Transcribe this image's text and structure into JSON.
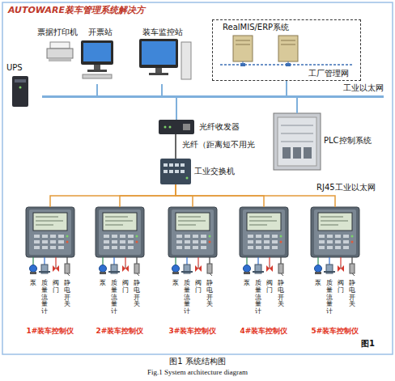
{
  "diagram": {
    "title": "AUTOWARE装车管理系统解决方",
    "caption": "图1 系统结构图",
    "nodes": [
      {
        "text": [
          "RealMIS/ERP系统",
          "工厂管理网"
        ]
      },
      {
        "text": [
          "票据打印机"
        ]
      },
      {
        "text": [
          "开票站"
        ]
      },
      {
        "text": [
          "装车监控站"
        ]
      },
      {
        "text": [
          "UPS"
        ]
      },
      {
        "text": [
          "工业以太网"
        ]
      },
      {
        "text": [
          "光纤收发器"
        ]
      },
      {
        "text": [
          "PLC控制系统"
        ]
      },
      {
        "text": [
          "工业交换机"
        ]
      },
      {
        "text": [
          "1#装车控制仪"
        ]
      },
      {
        "text": [
          "2#装车控制仪"
        ]
      },
      {
        "text": [
          "3#装车控制仪"
        ]
      },
      {
        "text": [
          "4#装车控制仪"
        ]
      },
      {
        "text": [
          "5#装车控制仪"
        ]
      }
    ],
    "edges": [
      {
        "from": 2,
        "to": 5,
        "arrow": "none"
      },
      {
        "from": 3,
        "to": 5,
        "arrow": "none"
      },
      {
        "from": 0,
        "to": 5,
        "arrow": "none"
      },
      {
        "from": 5,
        "to": 6,
        "arrow": "none"
      },
      {
        "from": 5,
        "to": 7,
        "arrow": "none"
      },
      {
        "from": 6,
        "to": 8,
        "label": "光纤（距离短不用光",
        "arrow": "none"
      },
      {
        "from": 8,
        "to": 9,
        "arrow": "none"
      },
      {
        "from": 8,
        "to": 10,
        "arrow": "none"
      },
      {
        "from": 8,
        "to": 11,
        "arrow": "none"
      },
      {
        "from": 8,
        "to": 12,
        "arrow": "none"
      },
      {
        "from": 8,
        "to": 13,
        "label": "RJ45工业以太网",
        "arrow": "none"
      }
    ],
    "labels": [
      "泵",
      "质量流量计",
      "阀门",
      "静电开关",
      "泵",
      "质量流量计",
      "阀门",
      "静电开关",
      "泵",
      "质量流量计",
      "阀门",
      "静电开关",
      "泵",
      "质量流量计",
      "阀门",
      "静电开关",
      "泵",
      "质量流量计",
      "阀门",
      "静电开关",
      "图1",
      "Fig.1 System architecture diagram"
    ]
  }
}
